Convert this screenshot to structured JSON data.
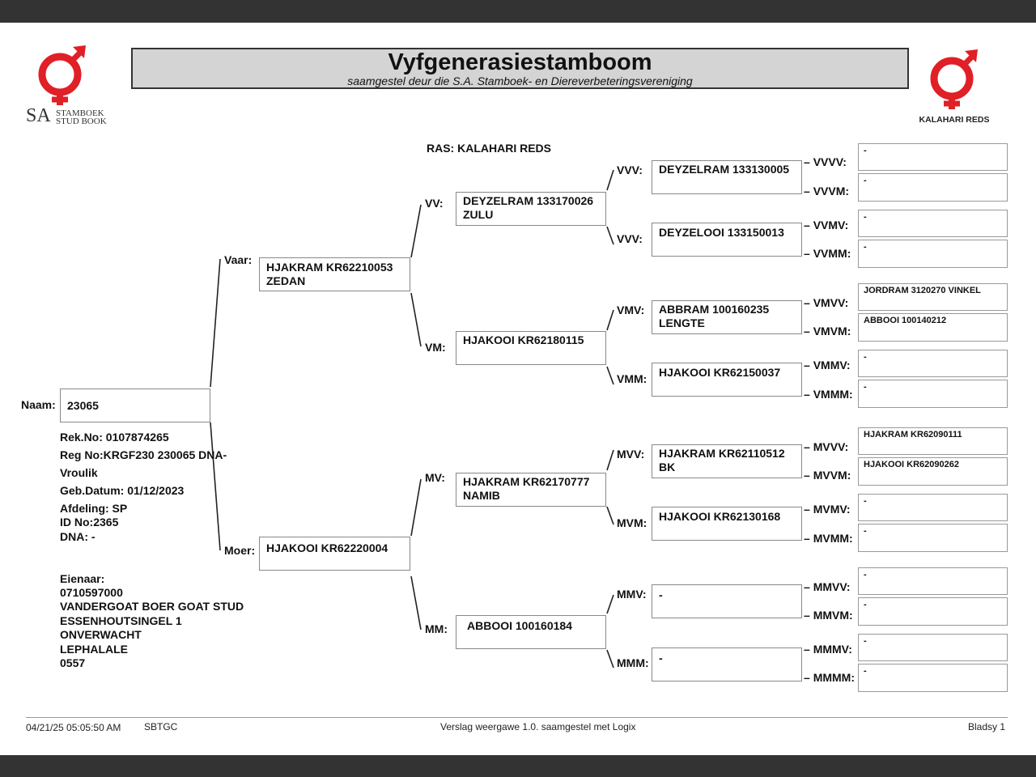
{
  "header": {
    "title": "Vyfgenerasiestamboom",
    "subtitle": "saamgestel deur die S.A. Stamboek- en Diereverbeteringsvereniging",
    "left_logo": {
      "mark": "SA",
      "line1": "STAMBOEK",
      "line2": "STUD BOOK",
      "icon": "gender-symbol-icon",
      "color": "#e01f26"
    },
    "right_logo": {
      "name": "KALAHARI REDS",
      "icon": "gender-symbol-icon",
      "color": "#e01f26"
    },
    "ras": "RAS: KALAHARI REDS"
  },
  "animal": {
    "naam_label": "Naam:",
    "naam": "23065",
    "rek_no": "Rek.No: 0107874265",
    "reg_no": "Reg No:KRGF230 230065 DNA-",
    "geslag": "Vroulik",
    "geb_datum": "Geb.Datum: 01/12/2023",
    "afdeling": "Afdeling: SP",
    "id_no": "ID No:2365",
    "dna": "DNA: -"
  },
  "owner": {
    "label": "Eienaar:",
    "lines": [
      "0710597000",
      "VANDERGOAT BOER GOAT STUD",
      "ESSENHOUTSINGEL 1",
      "ONVERWACHT",
      "LEPHALALE",
      "0557"
    ]
  },
  "pedigree": {
    "vaar": {
      "label": "Vaar:",
      "name": "HJAKRAM KR62210053 ZEDAN"
    },
    "moer": {
      "label": "Moer:",
      "name": "HJAKOOI KR62220004"
    },
    "vv": {
      "label": "VV:",
      "name": "DEYZELRAM 133170026 ZULU"
    },
    "vm": {
      "label": "VM:",
      "name": "HJAKOOI KR62180115"
    },
    "mv": {
      "label": "MV:",
      "name": "HJAKRAM KR62170777 NAMIB"
    },
    "mm": {
      "label": "MM:",
      "name": "ABBOOI 100160184"
    },
    "vvv": {
      "label": "VVV:",
      "name": "DEYZELRAM 133130005"
    },
    "vvm": {
      "label": "VVV:",
      "name": "DEYZELOOI 133150013"
    },
    "vmv": {
      "label": "VMV:",
      "name": "ABBRAM 100160235 LENGTE"
    },
    "vmm": {
      "label": "VMM:",
      "name": "HJAKOOI KR62150037"
    },
    "mvv": {
      "label": "MVV:",
      "name": "HJAKRAM KR62110512 BK"
    },
    "mvm": {
      "label": "MVM:",
      "name": "HJAKOOI KR62130168"
    },
    "mmv": {
      "label": "MMV:",
      "name": "-"
    },
    "mmm": {
      "label": "MMM:",
      "name": "-"
    },
    "vvvv": {
      "label": "VVVV:",
      "name": "-"
    },
    "vvvm": {
      "label": "VVVM:",
      "name": "-"
    },
    "vvmv": {
      "label": "VVMV:",
      "name": "-"
    },
    "vvmm": {
      "label": "VVMM:",
      "name": "-"
    },
    "vmvv": {
      "label": "VMVV:",
      "name": "JORDRAM 3120270 VINKEL"
    },
    "vmvm": {
      "label": "VMVM:",
      "name": "ABBOOI 100140212"
    },
    "vmmv": {
      "label": "VMMV:",
      "name": "-"
    },
    "vmmm": {
      "label": "VMMM:",
      "name": "-"
    },
    "mvvv": {
      "label": "MVVV:",
      "name": "HJAKRAM KR62090111"
    },
    "mvvm": {
      "label": "MVVM:",
      "name": "HJAKOOI KR62090262"
    },
    "mvmv": {
      "label": "MVMV:",
      "name": "-"
    },
    "mvmm": {
      "label": "MVMM:",
      "name": "-"
    },
    "mmvv": {
      "label": "MMVV:",
      "name": "-"
    },
    "mmvm": {
      "label": "MMVM:",
      "name": "-"
    },
    "mmmv": {
      "label": "MMMV:",
      "name": "-"
    },
    "mmmm": {
      "label": "MMMM:",
      "name": "-"
    }
  },
  "footer": {
    "timestamp": "04/21/25 05:05:50 AM",
    "code": "SBTGC",
    "report": "Verslag weergawe 1.0. saamgestel met Logix",
    "page": "Bladsy 1"
  }
}
